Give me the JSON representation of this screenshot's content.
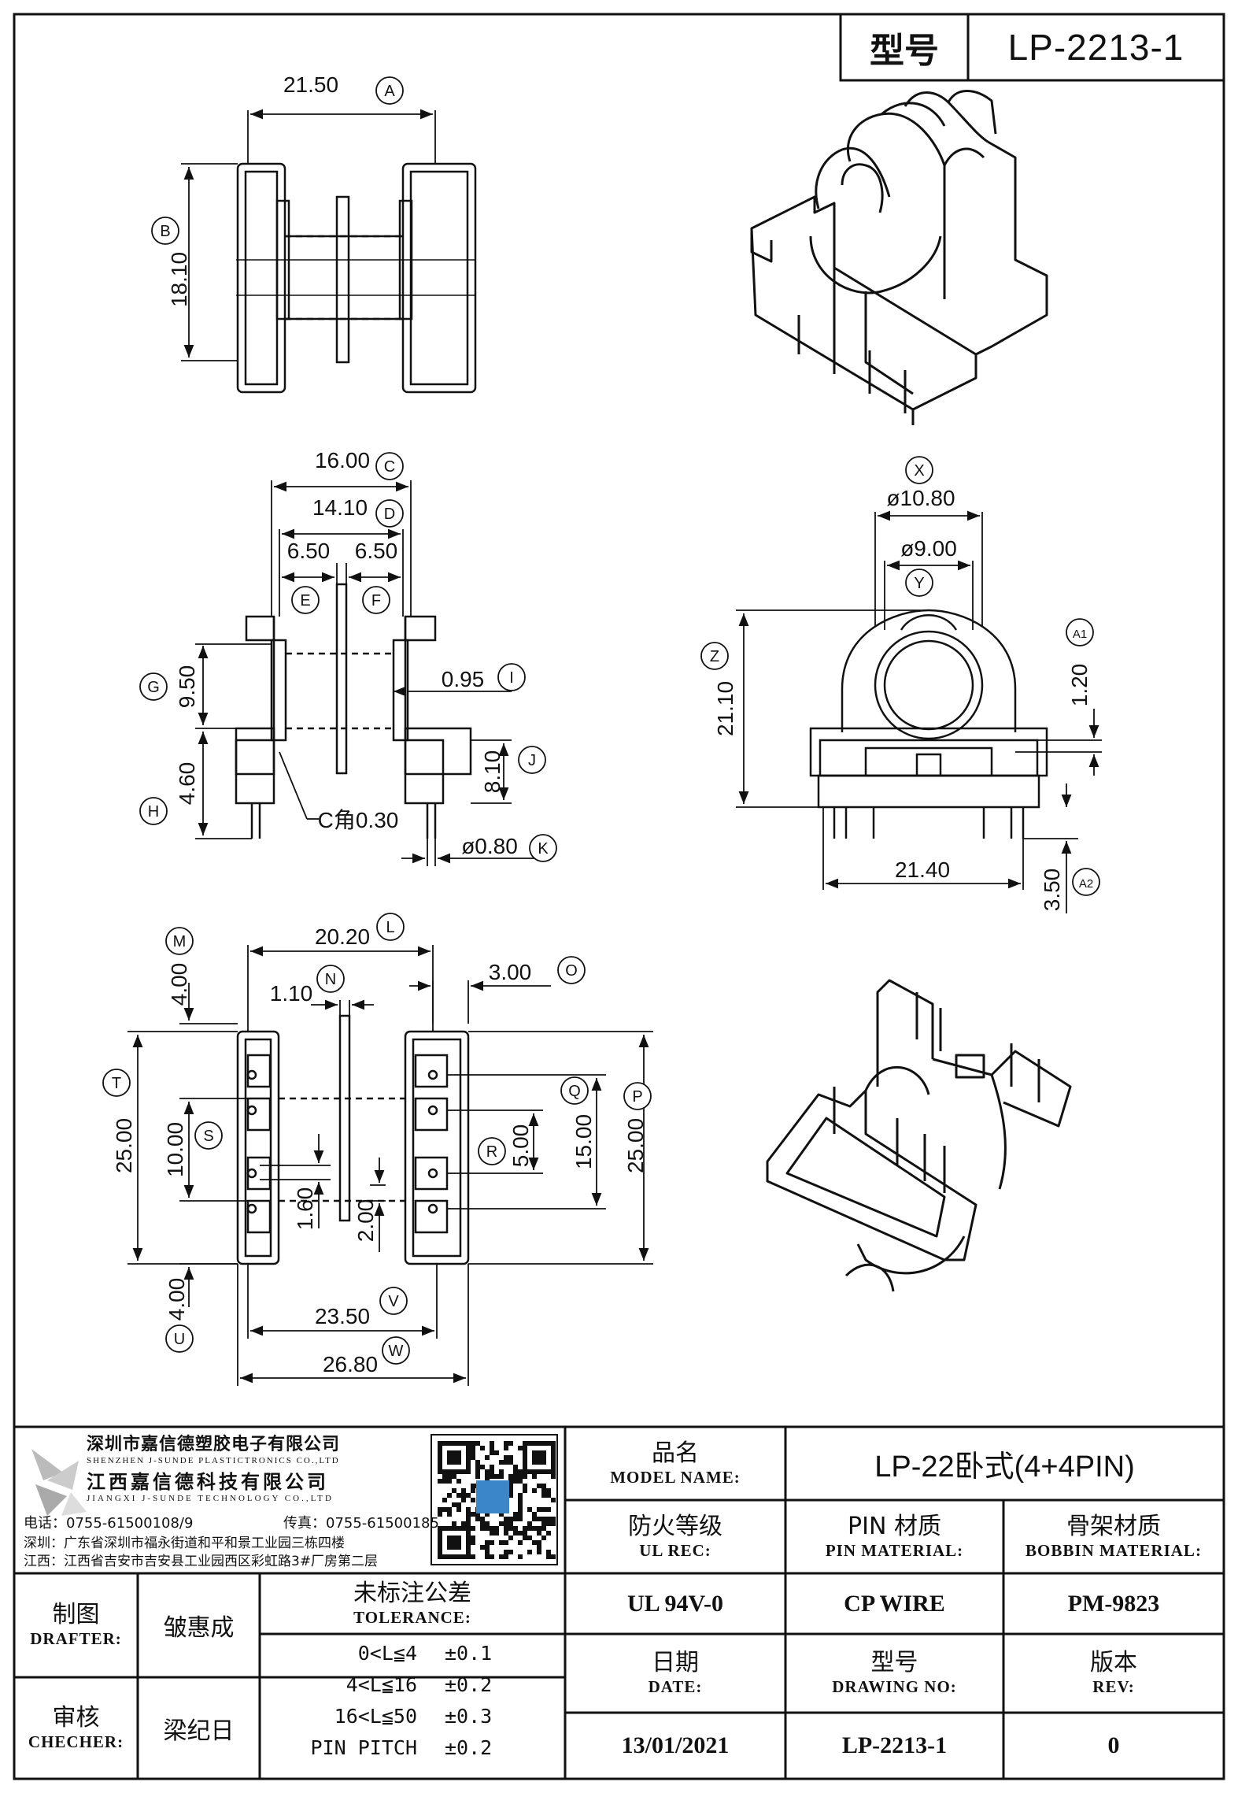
{
  "header": {
    "model_label": "型号",
    "model_value": "LP-2213-1"
  },
  "drawing": {
    "dims": {
      "A": "21.50",
      "B": "18.10",
      "C": "16.00",
      "D": "14.10",
      "E": "6.50",
      "F": "6.50",
      "G": "9.50",
      "H": "4.60",
      "I": "0.95",
      "J": "8.10",
      "K": "ø0.80",
      "chamfer": "C角0.30",
      "X": "ø10.80",
      "Y": "ø9.00",
      "Z": "21.10",
      "A1": "1.20",
      "A2": "3.50",
      "width_bottom": "21.40",
      "L": "20.20",
      "M": "4.00",
      "N": "1.10",
      "O": "3.00",
      "T": "25.00",
      "S": "10.00",
      "P": "25.00",
      "Q": "15.00",
      "R": "5.00",
      "d160": "1.60",
      "d200": "2.00",
      "U": "4.00",
      "V": "23.50",
      "W": "26.80"
    },
    "markers": [
      "A",
      "B",
      "C",
      "D",
      "E",
      "F",
      "G",
      "H",
      "I",
      "J",
      "K",
      "X",
      "Y",
      "Z",
      "A1",
      "A2",
      "L",
      "M",
      "N",
      "O",
      "T",
      "S",
      "P",
      "Q",
      "R",
      "U",
      "V",
      "W"
    ]
  },
  "company": {
    "name_cn_1": "深圳市嘉信德塑胶电子有限公司",
    "name_en_1": "SHENZHEN J-SUNDE PLASTICTRONICS CO.,LTD",
    "name_cn_2": "江西嘉信德科技有限公司",
    "name_en_2": "JIANGXI J-SUNDE TECHNOLOGY CO.,LTD",
    "phone": "电话：0755-61500108/9",
    "fax": "传真：0755-61500185",
    "addr_sz": "深圳：广东省深圳市福永街道和平和景工业园三栋四楼",
    "addr_jx": "江西：江西省吉安市吉安县工业园西区彩虹路3#厂房第二层"
  },
  "title_block": {
    "model_name_cn": "品名",
    "model_name_en": "MODEL NAME:",
    "model_name_value": "LP-22卧式(4+4PIN)",
    "ul_cn": "防火等级",
    "ul_en": "UL REC:",
    "ul_value": "UL 94V-0",
    "pin_cn": "PIN 材质",
    "pin_en": "PIN MATERIAL:",
    "pin_value": "CP WIRE",
    "bobbin_cn": "骨架材质",
    "bobbin_en": "BOBBIN MATERIAL:",
    "bobbin_value": "PM-9823",
    "drafter_cn": "制图",
    "drafter_en": "DRAFTER:",
    "drafter_value": "皱惠成",
    "checker_cn": "审核",
    "checker_en": "CHECHER:",
    "checker_value": "梁纪日",
    "tol_cn": "未标注公差",
    "tol_en": "TOLERANCE:",
    "tolerances": [
      {
        "range": "0<L≦4",
        "value": "±0.1"
      },
      {
        "range": "4<L≦16",
        "value": "±0.2"
      },
      {
        "range": "16<L≦50",
        "value": "±0.3"
      },
      {
        "range": "PIN PITCH",
        "value": "±0.2"
      }
    ],
    "date_cn": "日期",
    "date_en": "DATE:",
    "date_value": "13/01/2021",
    "drawing_no_cn": "型号",
    "drawing_no_en": "DRAWING NO:",
    "drawing_no_value": "LP-2213-1",
    "rev_cn": "版本",
    "rev_en": "REV:",
    "rev_value": "0"
  }
}
